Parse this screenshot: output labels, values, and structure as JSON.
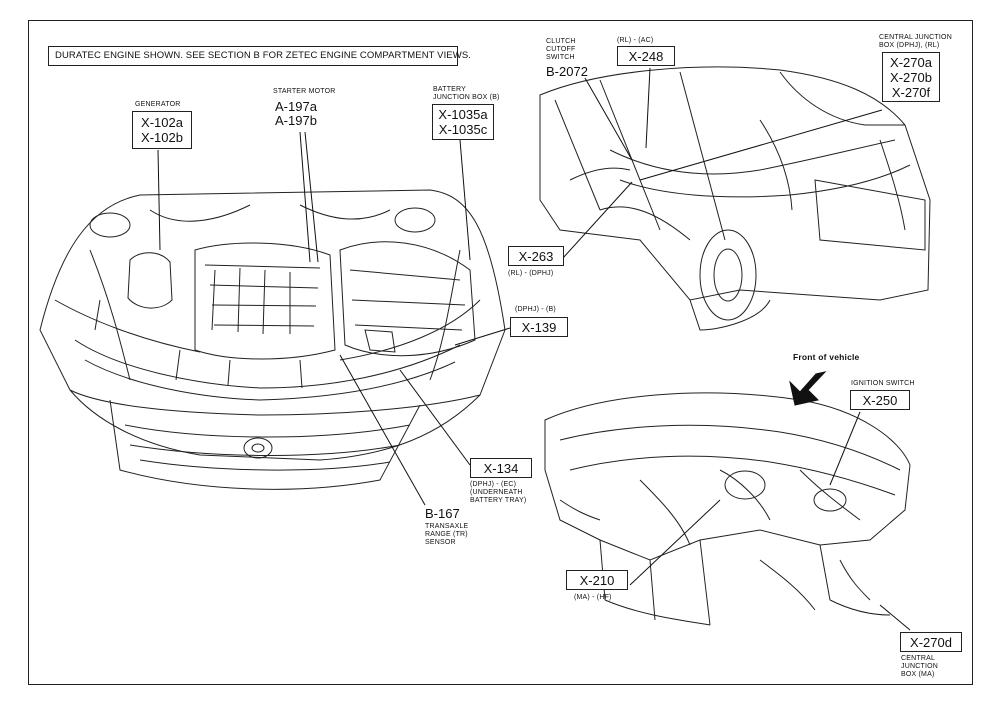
{
  "note": "DURATEC ENGINE SHOWN. SEE SECTION B FOR ZETEC ENGINE COMPARTMENT VIEWS.",
  "generator": {
    "caption": "GENERATOR",
    "codes": [
      "X-102a",
      "X-102b"
    ]
  },
  "starter_motor": {
    "caption": "STARTER MOTOR",
    "codes": [
      "A-197a",
      "A-197b"
    ]
  },
  "battery_junction_box": {
    "caption_line1": "BATTERY",
    "caption_line2": "JUNCTION BOX (B)",
    "codes": [
      "X-1035a",
      "X-1035c"
    ]
  },
  "clutch_cutoff_switch": {
    "caption_line1": "CLUTCH",
    "caption_line2": "CUTOFF",
    "caption_line3": "SWITCH",
    "code": "B-2072"
  },
  "x248": {
    "caption": "(RL) - (AC)",
    "code": "X-248"
  },
  "central_junction_box_top": {
    "caption_line1": "CENTRAL JUNCTION",
    "caption_line2": "BOX (DPHJ), (RL)",
    "codes": [
      "X-270a",
      "X-270b",
      "X-270f"
    ]
  },
  "x263": {
    "code": "X-263",
    "caption": "(RL) - (DPHJ)"
  },
  "x139": {
    "caption": "(DPHJ) - (B)",
    "code": "X-139"
  },
  "x134": {
    "code": "X-134",
    "caption_line1": "(DPHJ) - (EC)",
    "caption_line2": "(UNDERNEATH",
    "caption_line3": "BATTERY TRAY)"
  },
  "b167": {
    "code": "B-167",
    "caption_line1": "TRANSAXLE",
    "caption_line2": "RANGE (TR)",
    "caption_line3": "SENSOR"
  },
  "front_of_vehicle": "Front of vehicle",
  "ignition_switch": {
    "caption": "IGNITION SWITCH",
    "code": "X-250"
  },
  "x210": {
    "code": "X-210",
    "caption": "(MA) - (HF)"
  },
  "central_junction_box_bottom": {
    "code": "X-270d",
    "caption_line1": "CENTRAL",
    "caption_line2": "JUNCTION",
    "caption_line3": "BOX (MA)"
  }
}
